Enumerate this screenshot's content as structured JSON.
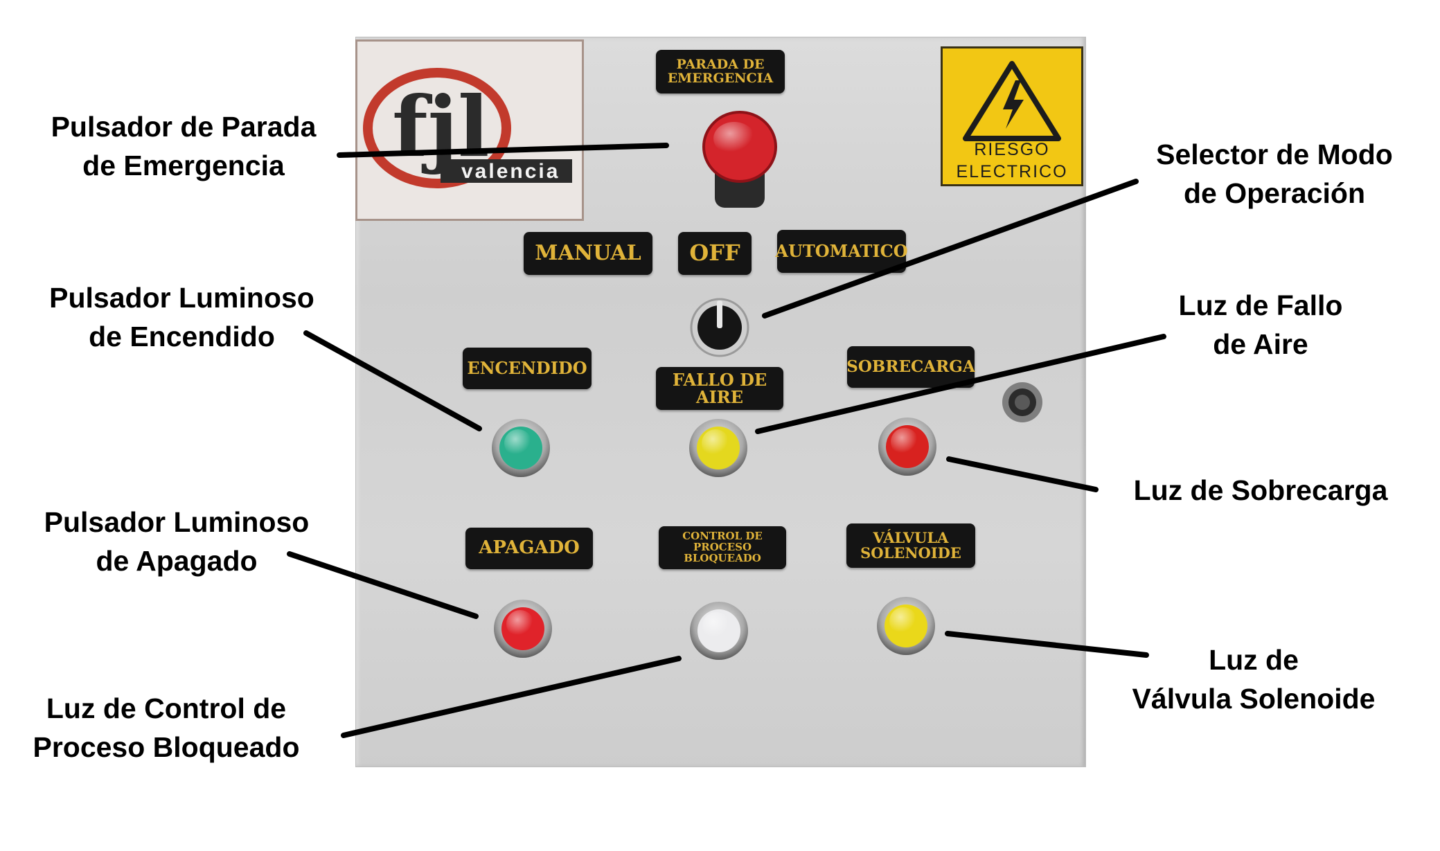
{
  "panel": {
    "logo": {
      "mark": "fjl",
      "city": "valencia"
    },
    "warning_sign": {
      "line1": "RIESGO",
      "line2": "ELECTRICO"
    },
    "nameplates": {
      "emergency_line1": "PARADA DE",
      "emergency_line2": "EMERGENCIA",
      "manual": "MANUAL",
      "off": "OFF",
      "automatico": "AUTOMATICO",
      "encendido": "ENCENDIDO",
      "fallo_aire": "FALLO DE AIRE",
      "sobrecarga": "SOBRECARGA",
      "apagado": "APAGADO",
      "control_line1": "CONTROL DE PROCESO",
      "control_line2": "BLOQUEADO",
      "valvula_line1": "VÁLVULA",
      "valvula_line2": "SOLENOIDE"
    },
    "lamp_colors": {
      "emergency": "#d4242b",
      "encendido": "#2ab08d",
      "fallo_aire": "#e4d81e",
      "sobrecarga": "#d8221f",
      "apagado": "#e0232a",
      "control": "#ececee",
      "valvula": "#ead81a"
    }
  },
  "callouts": {
    "emergency": {
      "line1": "Pulsador de Parada",
      "line2": "de Emergencia"
    },
    "selector": {
      "line1": "Selector de Modo",
      "line2": "de Operación"
    },
    "encendido": {
      "line1": "Pulsador Luminoso",
      "line2": "de Encendido"
    },
    "fallo_aire": {
      "line1": "Luz de Fallo",
      "line2": "de Aire"
    },
    "sobrecarga": {
      "line1": "Luz de Sobrecarga"
    },
    "apagado": {
      "line1": "Pulsador Luminoso",
      "line2": "de Apagado"
    },
    "valvula": {
      "line1": "Luz de",
      "line2": "Válvula Solenoide"
    },
    "control": {
      "line1": "Luz de Control de",
      "line2": "Proceso Bloqueado"
    }
  }
}
